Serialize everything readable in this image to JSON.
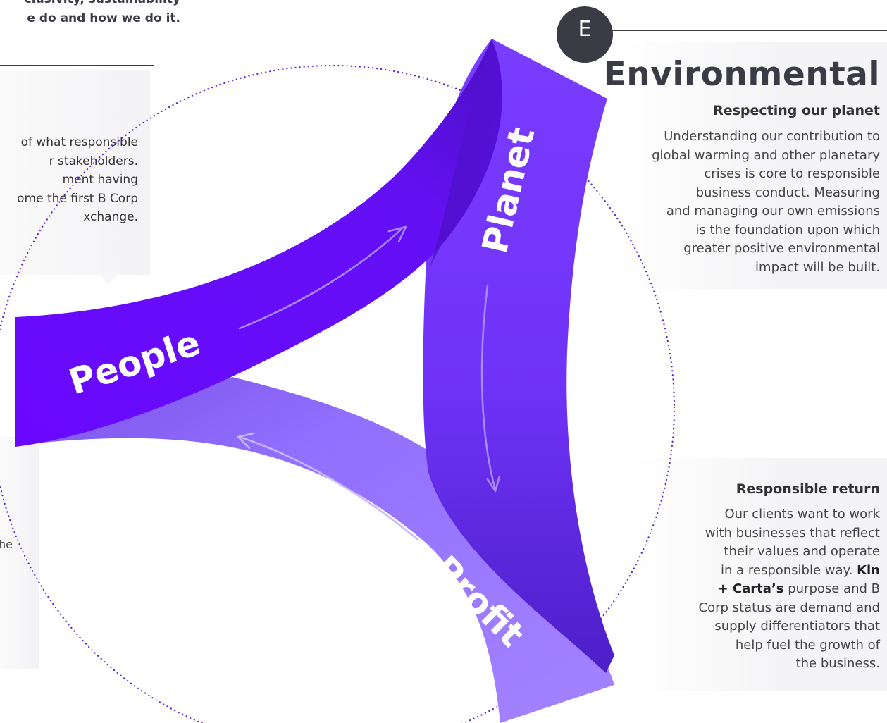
{
  "intro": {
    "line1": "clusivity, sustainability",
    "line2": "e do and how we do it."
  },
  "left_column": {
    "lines": [
      "of what responsible",
      "r stakeholders.",
      "ment having",
      "ome the first B Corp",
      "xchange."
    ],
    "bottom_fragment": "he"
  },
  "diagram": {
    "badge_letter": "E",
    "ribbons": {
      "people": "People",
      "planet": "Planet",
      "profit": "Profit"
    },
    "colors": {
      "people": "#6a12ff",
      "planet": "#7a3cff",
      "profit": "#9a73ff",
      "dots": "#5a1ed6",
      "badge": "#3b3b46"
    }
  },
  "environmental": {
    "title": "Environmental",
    "subtitle": "Respecting our planet",
    "body_lines": [
      "Understanding our contribution to",
      "global warming and other planetary",
      "crises is core to responsible",
      "business conduct. Measuring",
      "and managing our own emissions",
      "is the foundation upon which",
      "greater positive environmental",
      "impact will be built."
    ]
  },
  "responsible_return": {
    "subtitle": "Responsible return",
    "line1": "Our clients want to work",
    "line2": "with businesses that reflect",
    "line3": "their values and operate",
    "line4_prefix": "in a responsible way. ",
    "line4_bold": "Kin",
    "line5_bold": "+ Carta’s",
    "line5_rest": " purpose and B",
    "line6": "Corp status are demand and",
    "line7": "supply differentiators that",
    "line8": "help fuel the growth of",
    "line9": "the business."
  }
}
